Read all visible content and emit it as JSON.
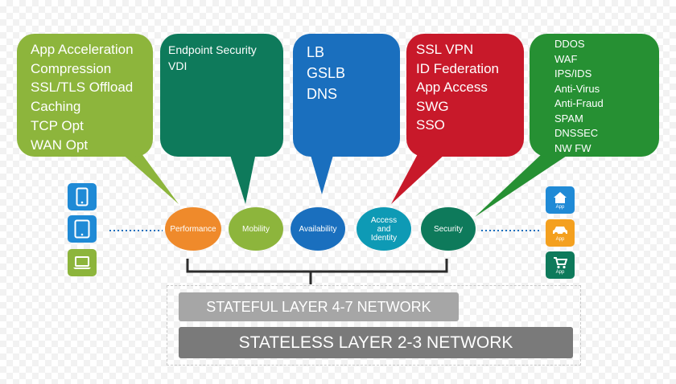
{
  "bubbles": {
    "performance": [
      "App Acceleration",
      "Compression",
      "SSL/TLS Offload",
      "Caching",
      "TCP Opt",
      "WAN Opt"
    ],
    "mobility": [
      "Endpoint Security",
      "VDI"
    ],
    "availability": [
      "LB",
      "GSLB",
      "DNS"
    ],
    "access": [
      "SSL VPN",
      "ID Federation",
      "App Access",
      "SWG",
      "SSO"
    ],
    "security": [
      "DDOS",
      "WAF",
      "IPS/IDS",
      "Anti-Virus",
      "Anti-Fraud",
      "SPAM",
      "DNSSEC",
      "NW FW"
    ]
  },
  "circles": {
    "performance": "Performance",
    "mobility": "Mobility",
    "availability": "Availability",
    "access": [
      "Access",
      "and",
      "Identity"
    ],
    "security": "Security"
  },
  "devices": {
    "app_label": "App"
  },
  "layers": {
    "stateful": "STATEFUL LAYER 4-7 NETWORK",
    "stateless": "STATELESS LAYER 2-3 NETWORK"
  },
  "colors": {
    "performance": "#8db53c",
    "mobility": "#0e7a5b",
    "availability": "#1a6fbe",
    "access": "#c8192a",
    "security": "#269033",
    "orange": "#ef8a2b",
    "device_blue": "#1f8ad6",
    "device_green": "#8db53c",
    "device_orange": "#f4a01f",
    "device_darkgreen": "#0e7a5b"
  }
}
